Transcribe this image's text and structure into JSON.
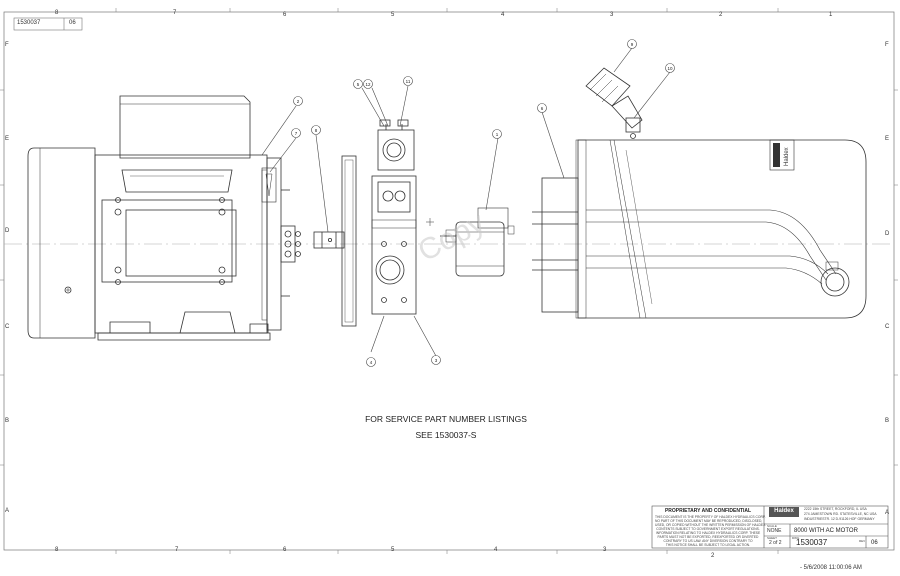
{
  "sheet": {
    "zones_horizontal": [
      "8",
      "7",
      "6",
      "5",
      "4",
      "3",
      "2",
      "1"
    ],
    "zones_vertical": [
      "F",
      "E",
      "D",
      "C",
      "B",
      "A"
    ],
    "doc_number_box": "1530037",
    "revision_box": "06"
  },
  "balloons": [
    "1",
    "2",
    "3",
    "4",
    "5",
    "6",
    "7",
    "8",
    "9",
    "10",
    "11",
    "12"
  ],
  "label_plate": "Haldex",
  "watermark": "Copy",
  "service_note": {
    "line1": "FOR SERVICE PART NUMBER LISTINGS",
    "line2": "SEE 1530037-S"
  },
  "title_block": {
    "confidential_heading": "PROPRIETARY AND CONFIDENTIAL",
    "confidential_text": [
      "THIS DOCUMENT IS THE PROPERTY OF HALDEX HYDRAULICS CORP.",
      "NO PART OF THIS DOCUMENT MAY BE REPRODUCED, DISCLOSED,",
      "USED, OR COPIED WITHOUT THE WRITTEN PERMISSION OF HALDEX.",
      "CONTENTS SUBJECT TO GOVERNMENT EXPORT REGULATIONS.",
      "INFORMATION RELATING TO HALDEX HYDRAULICS CORP. THESE",
      "PARTS MUST NOT BE EXPORTED, REEXPORTED OR DIVERTED",
      "CONTRARY TO US LAW. ANY DIVERSION CONTRARY TO",
      "THIS NOTICE SHALL BE SUBJECT TO LEGAL ACTION."
    ],
    "company": "Haldex",
    "addresses": [
      "2222 15th STREET, ROCKFORD, IL USA",
      "274 JAMESTOWN RD. STATESVILLE, NC USA",
      "INDUSTRIESTR. 12 D-91126 HOF GERMANY"
    ],
    "scale_label": "SCALE",
    "scale_value": "NONE",
    "sheet_label": "SHEET",
    "sheet_value": "2 of 2",
    "title": "8000 WITH AC MOTOR",
    "dwg_label": "DWG",
    "dwg_number": "1530037",
    "rev_label": "REV",
    "revision": "06"
  },
  "timestamp": "- 5/6/2008 11:00:06 AM"
}
